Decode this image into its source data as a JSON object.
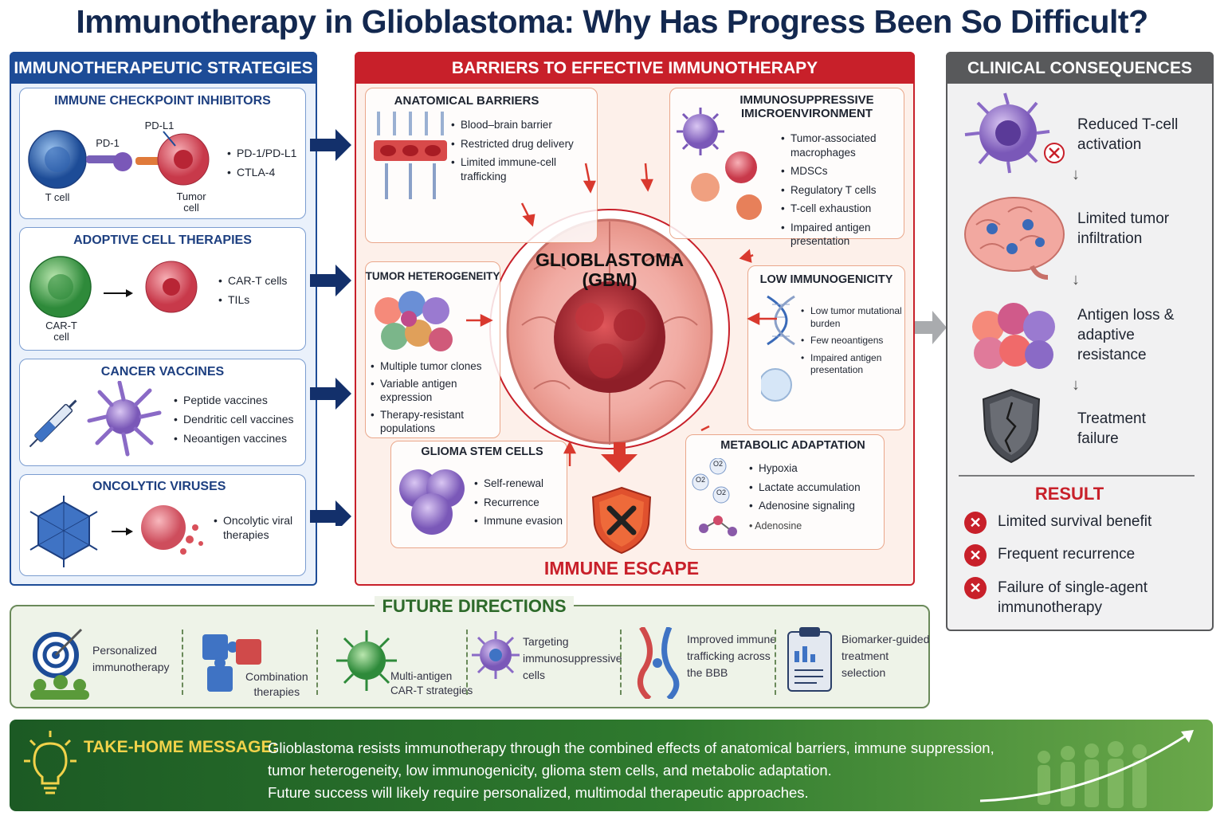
{
  "title": "Immunotherapy in Glioblastoma: Why Has Progress Been So Difficult?",
  "colors": {
    "navy": "#1d4c97",
    "red": "#c8202a",
    "gray": "#58595b",
    "green": "#2d6a2a",
    "title": "#13284f"
  },
  "strategies": {
    "header": "IMMUNOTHERAPEUTIC STRATEGIES",
    "checkpoint": {
      "title": "IMMUNE CHECKPOINT INHIBITORS",
      "items": [
        "PD-1/PD-L1",
        "CTLA-4"
      ],
      "pd1": "PD-1",
      "pdl1": "PD-L1",
      "tcell": "T cell",
      "tumor": "Tumor\ncell"
    },
    "adoptive": {
      "title": "ADOPTIVE CELL THERAPIES",
      "items": [
        "CAR-T cells",
        "TILs"
      ],
      "cart": "CAR-T\ncell"
    },
    "vaccines": {
      "title": "CANCER VACCINES",
      "items": [
        "Peptide vaccines",
        "Dendritic cell vaccines",
        "Neoantigen vaccines"
      ]
    },
    "viruses": {
      "title": "ONCOLYTIC VIRUSES",
      "items": [
        "Oncolytic viral\ntherapies"
      ]
    }
  },
  "barriers": {
    "header": "BARRIERS TO EFFECTIVE IMMUNOTHERAPY",
    "center": "GLIOBLASTOMA\n(GBM)",
    "escape": "IMMUNE ESCAPE",
    "anatomical": {
      "title": "ANATOMICAL BARRIERS",
      "items": [
        "Blood–brain barrier",
        "Restricted drug delivery",
        "Limited immune-cell\ntrafficking"
      ]
    },
    "immunosuppressive": {
      "title": "IMMUNOSUPPRESSIVE\nIMICROENVIRONMENT",
      "items": [
        "Tumor-associated\nmacrophages",
        "MDSCs",
        "Regulatory T cells",
        "T-cell exhaustion",
        "Impaired antigen\npresentation"
      ]
    },
    "heterogeneity": {
      "title": "TUMOR HETEROGENEITY",
      "items": [
        "Multiple tumor clones",
        "Variable antigen\nexpression",
        "Therapy-resistant\npopulations"
      ]
    },
    "lowimmuno": {
      "title": "LOW IMMUNOGENICITY",
      "items": [
        "Low tumor mutational\nburden",
        "Few neoantigens",
        "Impaired antigen\npresentation"
      ]
    },
    "stem": {
      "title": "GLIOMA STEM CELLS",
      "items": [
        "Self-renewal",
        "Recurrence",
        "Immune evasion"
      ]
    },
    "metabolic": {
      "title": "METABOLIC ADAPTATION",
      "items": [
        "Hypoxia",
        "Lactate accumulation",
        "Adenosine signaling"
      ],
      "adenosine": "• Adenosine",
      "o2": "O2"
    }
  },
  "consequences": {
    "header": "CLINICAL CONSEQUENCES",
    "items": [
      "Reduced T-cell\nactivation",
      "Limited tumor\ninfiltration",
      "Antigen loss &\nadaptive\nresistance",
      "Treatment\nfailure"
    ],
    "result_title": "RESULT",
    "results": [
      "Limited survival benefit",
      "Frequent recurrence",
      "Failure of single-agent\nimmunotherapy"
    ]
  },
  "future": {
    "header": "FUTURE DIRECTIONS",
    "items": [
      "Personalized\nimmunotherapy",
      "Combination\ntherapies",
      "Multi-antigen\nCAR-T strategies",
      "Targeting\nimmunosuppressive\ncells",
      "Improved immune\ntrafficking across\nthe BBB",
      "Biomarker-guided\ntreatment\nselection"
    ]
  },
  "takehome": {
    "label": "TAKE-HOME MESSAGE:",
    "line1": "Glioblastoma resists immunotherapy through the combined effects of anatomical barriers, immune suppression,",
    "line2": "tumor heterogeneity, low immunogenicity, glioma stem cells, and metabolic adaptation.",
    "line3": "Future success will likely require personalized, multimodal therapeutic approaches."
  }
}
